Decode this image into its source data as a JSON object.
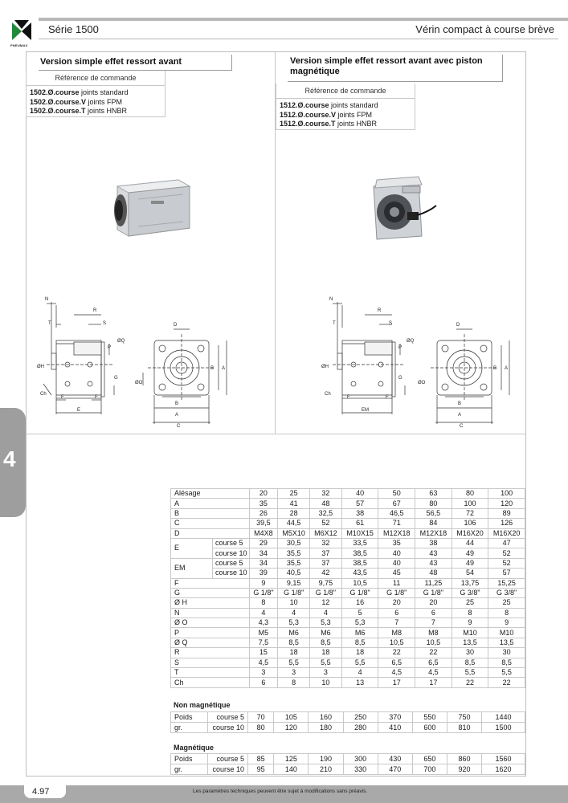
{
  "header": {
    "brand": "PNEUMAX",
    "series": "Série 1500",
    "product": "Vérin compact à course brève"
  },
  "left_section": {
    "title": "Version simple effet ressort avant",
    "ref_header": "Référence de commande",
    "refs": [
      {
        "code": "1502.Ø.course",
        "desc": " joints standard"
      },
      {
        "code": "1502.Ø.course.V",
        "desc": " joints FPM"
      },
      {
        "code": "1502.Ø.course.T",
        "desc": " joints HNBR"
      }
    ]
  },
  "right_section": {
    "title_line1": "Version simple effet ressort avant avec piston",
    "title_line2": "magnétique",
    "ref_header": "Référence de commande",
    "refs": [
      {
        "code": "1512.Ø.course",
        "desc": " joints standard"
      },
      {
        "code": "1512.Ø.course.V",
        "desc": " joints FPM"
      },
      {
        "code": "1512.Ø.course.T",
        "desc": " joints HNBR"
      }
    ]
  },
  "drawing_labels": {
    "N": "N",
    "R": "R",
    "T": "T",
    "S": "S",
    "P": "P",
    "OQ": "ØQ",
    "OH": "ØH",
    "G": "G",
    "Ch": "Ch",
    "F": "F",
    "E": "E",
    "EM": "EM",
    "D": "D",
    "OO": "ØO",
    "B": "B",
    "A": "A",
    "C": "C"
  },
  "side_tab": "4",
  "table": {
    "header_label": "Alésage",
    "bores": [
      "20",
      "25",
      "32",
      "40",
      "50",
      "63",
      "80",
      "100"
    ],
    "rows": [
      {
        "label": "A",
        "sub": "",
        "values": [
          "35",
          "41",
          "48",
          "57",
          "67",
          "80",
          "100",
          "120"
        ]
      },
      {
        "label": "B",
        "sub": "",
        "values": [
          "26",
          "28",
          "32,5",
          "38",
          "46,5",
          "56,5",
          "72",
          "89"
        ]
      },
      {
        "label": "C",
        "sub": "",
        "values": [
          "39,5",
          "44,5",
          "52",
          "61",
          "71",
          "84",
          "106",
          "126"
        ]
      },
      {
        "label": "D",
        "sub": "",
        "values": [
          "M4X8",
          "M5X10",
          "M6X12",
          "M10X15",
          "M12X18",
          "M12X18",
          "M16X20",
          "M16X20"
        ]
      },
      {
        "label": "E",
        "sub": "course 5",
        "values": [
          "29",
          "30,5",
          "32",
          "33,5",
          "35",
          "38",
          "44",
          "47"
        ]
      },
      {
        "label": "",
        "sub": "course 10",
        "values": [
          "34",
          "35,5",
          "37",
          "38,5",
          "40",
          "43",
          "49",
          "52"
        ]
      },
      {
        "label": "EM",
        "sub": "course 5",
        "values": [
          "34",
          "35,5",
          "37",
          "38,5",
          "40",
          "43",
          "49",
          "52"
        ]
      },
      {
        "label": "",
        "sub": "course 10",
        "values": [
          "39",
          "40,5",
          "42",
          "43,5",
          "45",
          "48",
          "54",
          "57"
        ]
      },
      {
        "label": "F",
        "sub": "",
        "values": [
          "9",
          "9,15",
          "9,75",
          "10,5",
          "11",
          "11,25",
          "13,75",
          "15,25"
        ]
      },
      {
        "label": "G",
        "sub": "",
        "values": [
          "G 1/8\"",
          "G 1/8\"",
          "G 1/8\"",
          "G 1/8\"",
          "G 1/8\"",
          "G 1/8\"",
          "G 3/8\"",
          "G 3/8\""
        ]
      },
      {
        "label": "Ø H",
        "sub": "",
        "values": [
          "8",
          "10",
          "12",
          "16",
          "20",
          "20",
          "25",
          "25"
        ]
      },
      {
        "label": "N",
        "sub": "",
        "values": [
          "4",
          "4",
          "4",
          "5",
          "6",
          "6",
          "8",
          "8"
        ]
      },
      {
        "label": "Ø O",
        "sub": "",
        "values": [
          "4,3",
          "5,3",
          "5,3",
          "5,3",
          "7",
          "7",
          "9",
          "9"
        ]
      },
      {
        "label": "P",
        "sub": "",
        "values": [
          "M5",
          "M6",
          "M6",
          "M6",
          "M8",
          "M8",
          "M10",
          "M10"
        ]
      },
      {
        "label": "Ø Q",
        "sub": "",
        "values": [
          "7,5",
          "8,5",
          "8,5",
          "8,5",
          "10,5",
          "10,5",
          "13,5",
          "13,5"
        ]
      },
      {
        "label": "R",
        "sub": "",
        "values": [
          "15",
          "18",
          "18",
          "18",
          "22",
          "22",
          "30",
          "30"
        ]
      },
      {
        "label": "S",
        "sub": "",
        "values": [
          "4,5",
          "5,5",
          "5,5",
          "5,5",
          "6,5",
          "6,5",
          "8,5",
          "8,5"
        ]
      },
      {
        "label": "T",
        "sub": "",
        "values": [
          "3",
          "3",
          "3",
          "4",
          "4,5",
          "4,5",
          "5,5",
          "5,5"
        ]
      },
      {
        "label": "Ch",
        "sub": "",
        "values": [
          "6",
          "8",
          "10",
          "13",
          "17",
          "17",
          "22",
          "22"
        ]
      }
    ]
  },
  "weights_non_magnetic": {
    "title": "Non magnétique",
    "label1": "Poids",
    "label2": "gr.",
    "rows": [
      {
        "sub": "course 5",
        "values": [
          "70",
          "105",
          "160",
          "250",
          "370",
          "550",
          "750",
          "1440"
        ]
      },
      {
        "sub": "course 10",
        "values": [
          "80",
          "120",
          "180",
          "280",
          "410",
          "600",
          "810",
          "1500"
        ]
      }
    ]
  },
  "weights_magnetic": {
    "title": "Magnétique",
    "label1": "Poids",
    "label2": "gr.",
    "rows": [
      {
        "sub": "course 5",
        "values": [
          "85",
          "125",
          "190",
          "300",
          "430",
          "650",
          "860",
          "1560"
        ]
      },
      {
        "sub": "course 10",
        "values": [
          "95",
          "140",
          "210",
          "330",
          "470",
          "700",
          "920",
          "1620"
        ]
      }
    ]
  },
  "footer": {
    "page": "4.97",
    "disclaimer": "Les paramètres techniques peuvent être sujet à modifications sans préavis."
  }
}
